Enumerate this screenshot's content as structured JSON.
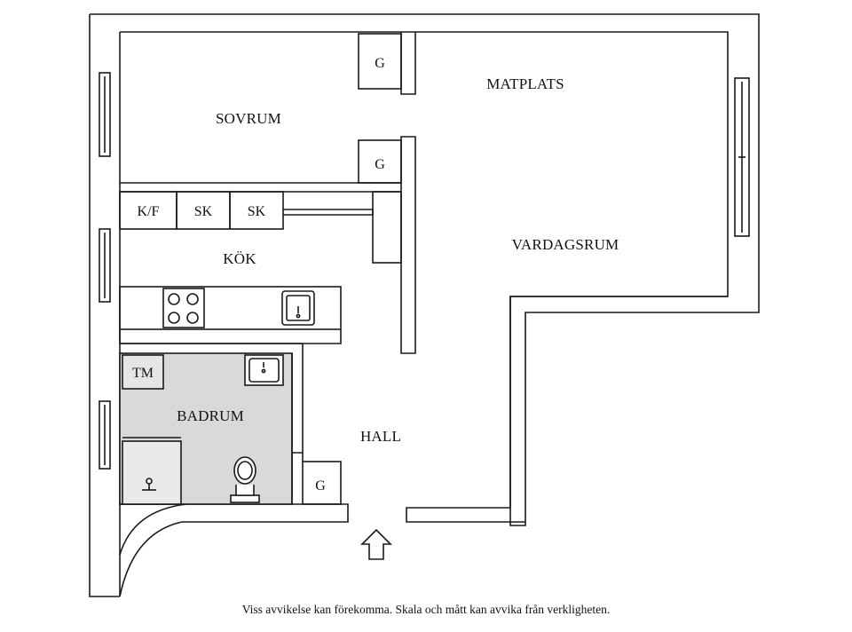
{
  "rooms": {
    "sovrum": "SOVRUM",
    "matplats": "MATPLATS",
    "vardagsrum": "VARDAGSRUM",
    "kok": "KÖK",
    "badrum": "BADRUM",
    "hall": "HALL"
  },
  "fixtures": {
    "wardrobe": "G",
    "fridge_freezer": "K/F",
    "cabinet": "SK",
    "washing_machine": "TM"
  },
  "disclaimer": "Viss avvikelse kan förekomma. Skala och mått kan avvika från verkligheten.",
  "colors": {
    "wall_fill": "#ffffff",
    "line": "#1a1a1a",
    "bathroom_fill": "#d9d9d9"
  }
}
